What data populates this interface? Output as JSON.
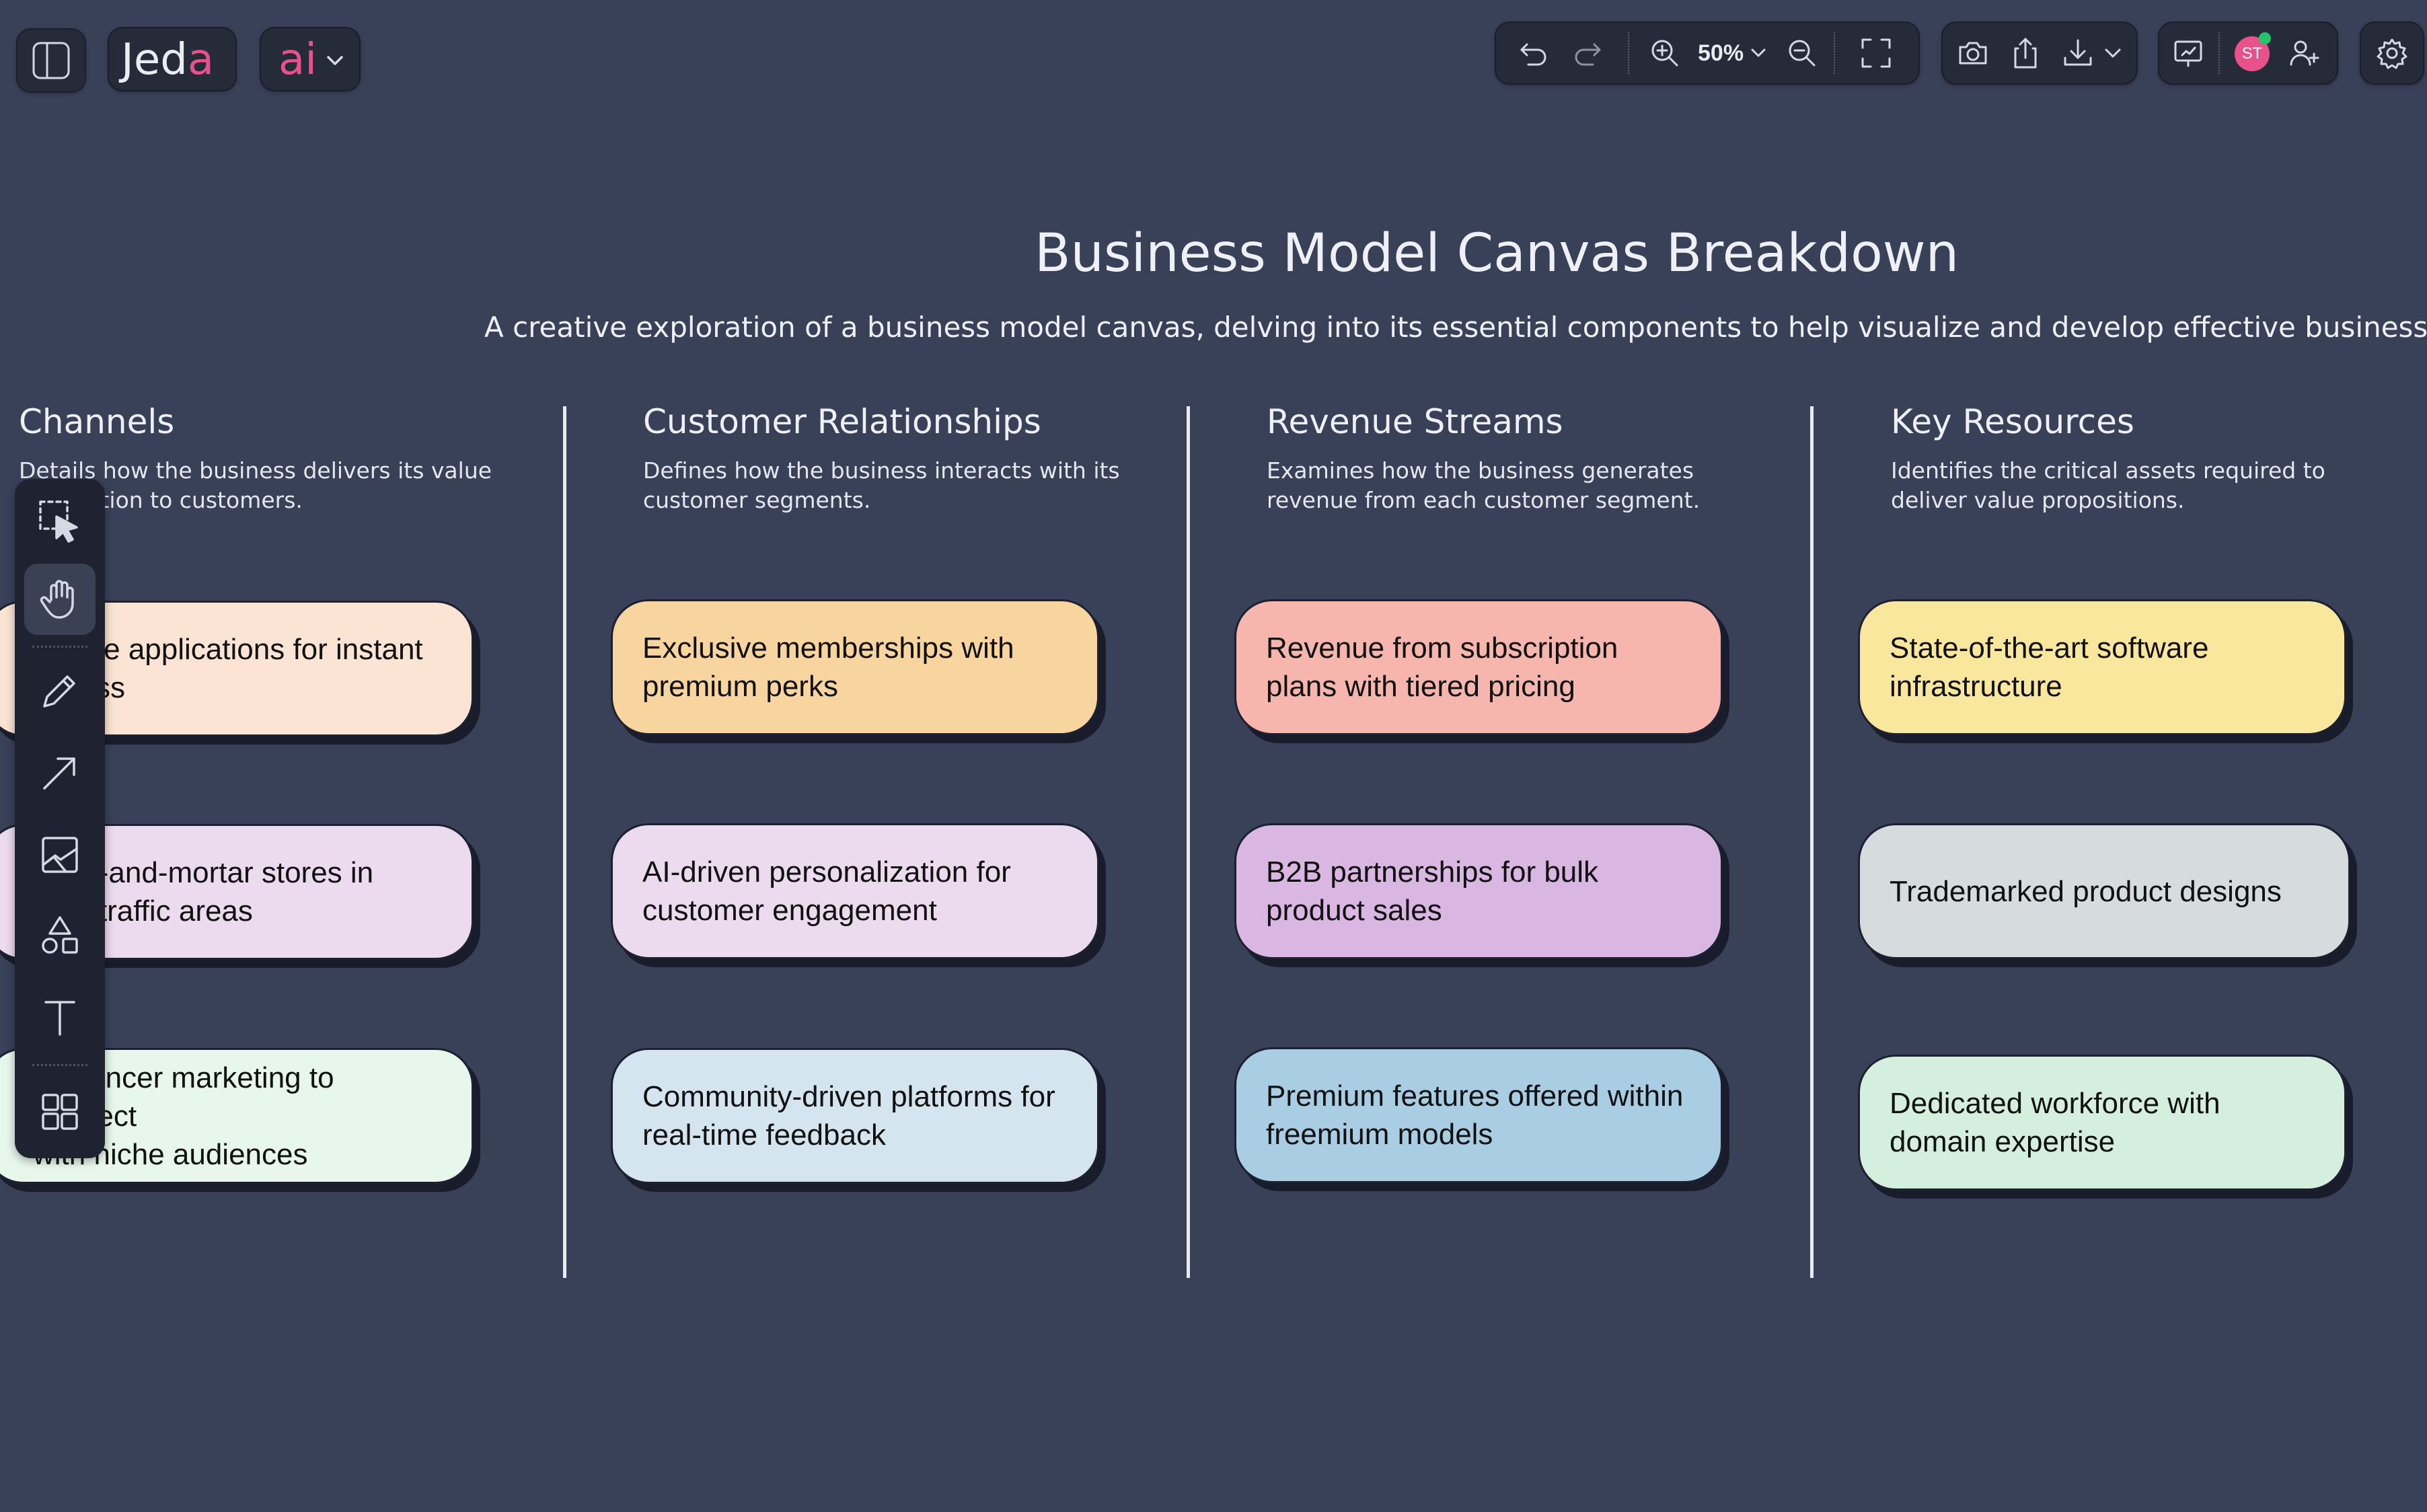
{
  "app": {
    "logo_text": "Jed",
    "logo_accent": "a",
    "ai_text": "ai"
  },
  "toolbar": {
    "zoom_level": "50%",
    "avatar_initials": "ST"
  },
  "canvas": {
    "title": "Business Model Canvas Breakdown",
    "subtitle": "A creative exploration of a business model canvas, delving into its essential components to help visualize and develop effective business strat"
  },
  "columns": [
    {
      "heading": "Channels",
      "desc_line1": "Details how the business delivers its value",
      "desc_line2": "proposition to customers.",
      "cards": [
        {
          "line1": "Mobile applications for instant",
          "line2": "access",
          "color": "#fbe4d3"
        },
        {
          "line1": "Brick-and-mortar stores in",
          "line2": "high-traffic areas",
          "color": "#ecdaee"
        },
        {
          "line1": "Influencer marketing to connect",
          "line2": "with niche audiences",
          "color": "#e7f7ec"
        }
      ]
    },
    {
      "heading": "Customer Relationships",
      "desc_line1": "Defines how the business interacts with its",
      "desc_line2": "customer segments.",
      "cards": [
        {
          "line1": "Exclusive memberships with",
          "line2": "premium perks",
          "color": "#f8d59f"
        },
        {
          "line1": "AI-driven personalization for",
          "line2": "customer engagement",
          "color": "#ecdaee"
        },
        {
          "line1": "Community-driven platforms for",
          "line2": "real-time feedback",
          "color": "#d5e5ef"
        }
      ]
    },
    {
      "heading": "Revenue Streams",
      "desc_line1": "Examines how the business generates",
      "desc_line2": "revenue from each customer segment.",
      "cards": [
        {
          "line1": "Revenue from subscription",
          "line2": "plans with tiered pricing",
          "color": "#f6b6ae"
        },
        {
          "line1": "B2B partnerships for bulk",
          "line2": "product sales",
          "color": "#d9b7e2"
        },
        {
          "line1": "Premium features offered within",
          "line2": "freemium models",
          "color": "#a9cde2"
        }
      ]
    },
    {
      "heading": "Key Resources",
      "desc_line1": "Identifies the critical assets required to",
      "desc_line2": "deliver value propositions.",
      "cards": [
        {
          "line1": "State-of-the-art software",
          "line2": "infrastructure",
          "color": "#fae79e"
        },
        {
          "line1": "Trademarked product designs",
          "line2": "",
          "color": "#d6dbde"
        },
        {
          "line1": "Dedicated workforce with",
          "line2": "domain expertise",
          "color": "#d4efde"
        }
      ]
    }
  ],
  "sidebar_tools": [
    "select-icon",
    "hand-icon",
    "pencil-icon",
    "arrow-icon",
    "image-icon",
    "shapes-icon",
    "text-icon",
    "templates-icon"
  ],
  "colors": {
    "background": "#394159",
    "toolbar": "#262b3a",
    "brand_pink": "#e8518a",
    "presence_green": "#26c46a"
  }
}
